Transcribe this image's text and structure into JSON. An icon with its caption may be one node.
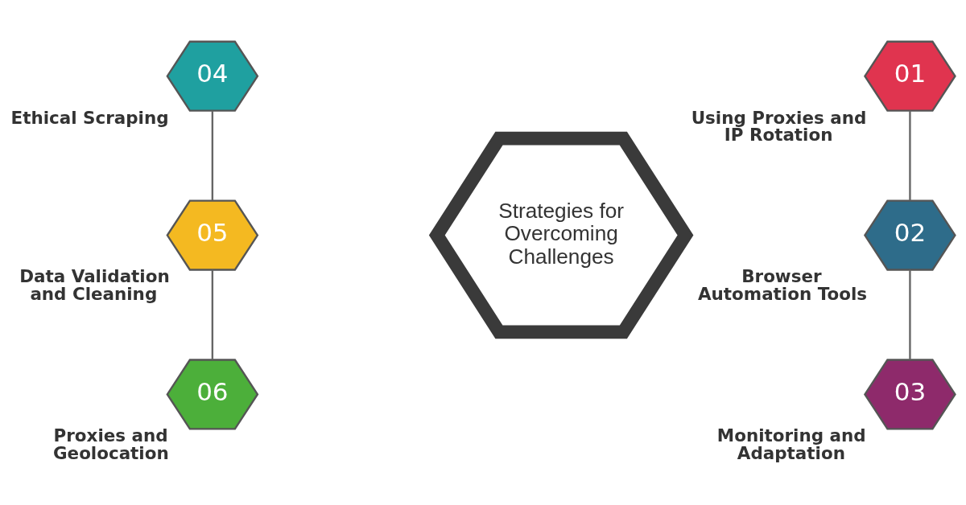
{
  "diagram": {
    "nodes": [
      {
        "text": [
          "Strategies for Overcoming Challenges"
        ]
      },
      {
        "text": [
          "01"
        ],
        "beside": [
          "Using Proxies and IP Rotation"
        ]
      },
      {
        "text": [
          "02"
        ],
        "beside": [
          "Browser Automation Tools"
        ]
      },
      {
        "text": [
          "03"
        ],
        "beside": [
          "Monitoring and Adaptation"
        ]
      },
      {
        "text": [
          "04"
        ],
        "beside": [
          "Ethical Scraping"
        ]
      },
      {
        "text": [
          "05"
        ],
        "beside": [
          "Data Validation and Cleaning"
        ]
      },
      {
        "text": [
          "06"
        ],
        "beside": [
          "Proxies and Geolocation"
        ]
      }
    ],
    "edges": [
      {
        "from": 1,
        "to": 2,
        "arrow": "none"
      },
      {
        "from": 2,
        "to": 3,
        "arrow": "none"
      },
      {
        "from": 4,
        "to": 5,
        "arrow": "none"
      },
      {
        "from": 5,
        "to": 6,
        "arrow": "none"
      }
    ]
  }
}
